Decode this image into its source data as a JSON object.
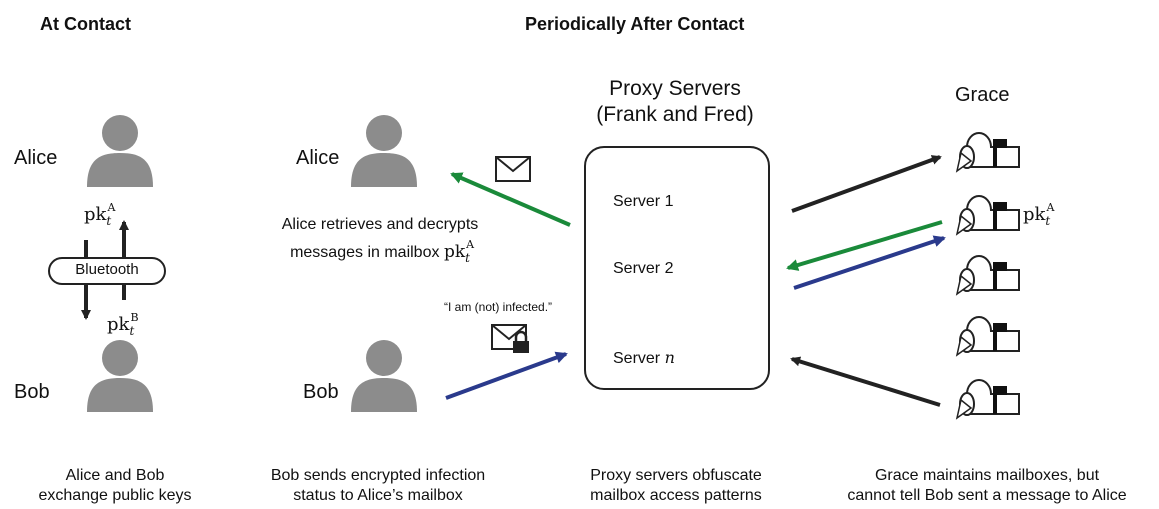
{
  "sections": {
    "at_contact": "At Contact",
    "periodic": "Periodically After Contact"
  },
  "actors": {
    "alice": "Alice",
    "bob": "Bob",
    "grace": "Grace"
  },
  "bluetooth_label": "Bluetooth",
  "keys": {
    "pk": "pk",
    "sup_a": "A",
    "sup_b": "B",
    "sub_t": "t"
  },
  "proxy": {
    "title_line1": "Proxy Servers",
    "title_line2": "(Frank and Fred)",
    "servers": [
      "Server 1",
      "Server 2",
      "Server"
    ],
    "server_n_var": "n"
  },
  "messages": {
    "alice_retrieves_line1": "Alice retrieves and decrypts",
    "alice_retrieves_line2": "messages in mailbox",
    "bob_quote": "“I am (not) infected.”"
  },
  "captions": {
    "contact_line1": "Alice and Bob",
    "contact_line2": "exchange public keys",
    "bob_line1": "Bob sends encrypted infection",
    "bob_line2": "status to Alice’s mailbox",
    "proxy_line1": "Proxy servers obfuscate",
    "proxy_line2": "mailbox access patterns",
    "grace_line1": "Grace maintains mailboxes, but",
    "grace_line2": "cannot tell Bob sent a message to Alice"
  },
  "colors": {
    "person": "#8c8c8c",
    "green_arrow": "#1a8a3a",
    "blue_arrow": "#2a3a8c",
    "dark_arrow": "#222222"
  },
  "icons": [
    "person-icon",
    "envelope-icon",
    "locked-envelope-icon",
    "server-icon",
    "mailbox-icon"
  ]
}
